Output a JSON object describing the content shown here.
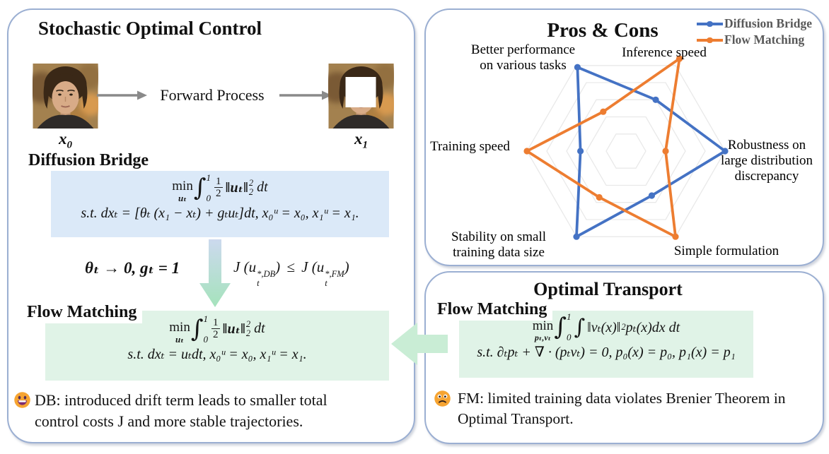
{
  "colors": {
    "panel_border": "#9BAFD2",
    "db_box_bg": "#DBE9F8",
    "fm_box_bg": "#E0F3E7",
    "big_arrow_green": "#C9EDD5",
    "gradient_arrow_top": "#CCD9EE",
    "gradient_arrow_bottom": "#A5E3BC",
    "series_blue": "#4472C4",
    "series_orange": "#ED7D31",
    "legend_text": "#595959",
    "gray_arrow": "#8A8A8A"
  },
  "left_panel": {
    "title": "Stochastic Optimal Control",
    "x0_label": {
      "base": "x",
      "sub": "0"
    },
    "x1_label": {
      "base": "x",
      "sub": "1"
    },
    "forward_process_label": "Forward Process",
    "db_heading": "Diffusion Bridge",
    "db_eq": {
      "min": "min",
      "min_sub": "uₜ",
      "integral": "∫",
      "int_upper": "1",
      "int_lower": "0",
      "frac_num": "1",
      "frac_den": "2",
      "norm": "‖uₜ‖",
      "norm_sup": "2",
      "norm_sub": "2",
      "tail": "dt",
      "constraint": "s.t. dxₜ = [θₜ (x₁ − xₜ) + gₜuₜ]dt, x₀ᵘ = x₀, x₁ᵘ = x₁."
    },
    "transform_label": "θₜ → 0, gₜ = 1",
    "inequality": {
      "pre1": "J (u",
      "sup1": "*,DB",
      "sub1": "t",
      "post1": ")",
      "rel": "≤",
      "pre2": "J (u",
      "sup2": "*,FM",
      "sub2": "t",
      "post2": ")"
    },
    "fm_heading": "Flow Matching",
    "fm_eq": {
      "min": "min",
      "min_sub": "uₜ",
      "integral": "∫",
      "int_upper": "1",
      "int_lower": "0",
      "frac_num": "1",
      "frac_den": "2",
      "norm": "‖uₜ‖",
      "norm_sup": "2",
      "norm_sub": "2",
      "tail": "dt",
      "constraint": "s.t. dxₜ = uₜdt, x₀ᵘ = x₀, x₁ᵘ = x₁."
    },
    "note": {
      "emoji": "grinning-face-emoji",
      "text": "DB: introduced drift term leads to smaller total control costs J and more stable trajectories."
    }
  },
  "radar_panel": {
    "title": "Pros & Cons"
  },
  "chart_data": {
    "type": "radar",
    "title": "Pros & Cons",
    "grid_shape": "hexagon-concentric-rings-no-spokes",
    "rings": 5,
    "scale_max": 5,
    "legend_position": "top-right",
    "axes": [
      "Better performance\non various tasks",
      "Inference speed",
      "Robustness on\nlarge distribution\ndiscrepancy",
      "Simple formulation",
      "Stability on small\ntraining data size",
      "Training speed"
    ],
    "series": [
      {
        "name": "Diffusion Bridge",
        "color": "#4472C4",
        "values": [
          4.9,
          3.0,
          5.0,
          2.6,
          5.0,
          2.3
        ]
      },
      {
        "name": "Flow Matching",
        "color": "#ED7D31",
        "values": [
          2.3,
          5.4,
          2.0,
          5.0,
          2.7,
          5.0
        ]
      }
    ]
  },
  "ot_panel": {
    "title": "Optimal Transport",
    "fm_heading": "Flow Matching",
    "eq": {
      "min": "min",
      "min_sub": "pₜ,vₜ",
      "integral": "∫",
      "int_upper": "1",
      "int_lower": "0",
      "integral2": "∫",
      "norm": "‖vₜ(x)‖",
      "norm_sup": "2",
      "body": "pₜ(x)dx dt",
      "constraint": "s.t. ∂ₜpₜ + ∇ · (pₜvₜ) = 0, p₀(x) = p₀, p₁(x) = p₁"
    },
    "note": {
      "emoji": "frowning-face-emoji",
      "text": "FM: limited training data violates Brenier Theorem in Optimal Transport."
    }
  }
}
